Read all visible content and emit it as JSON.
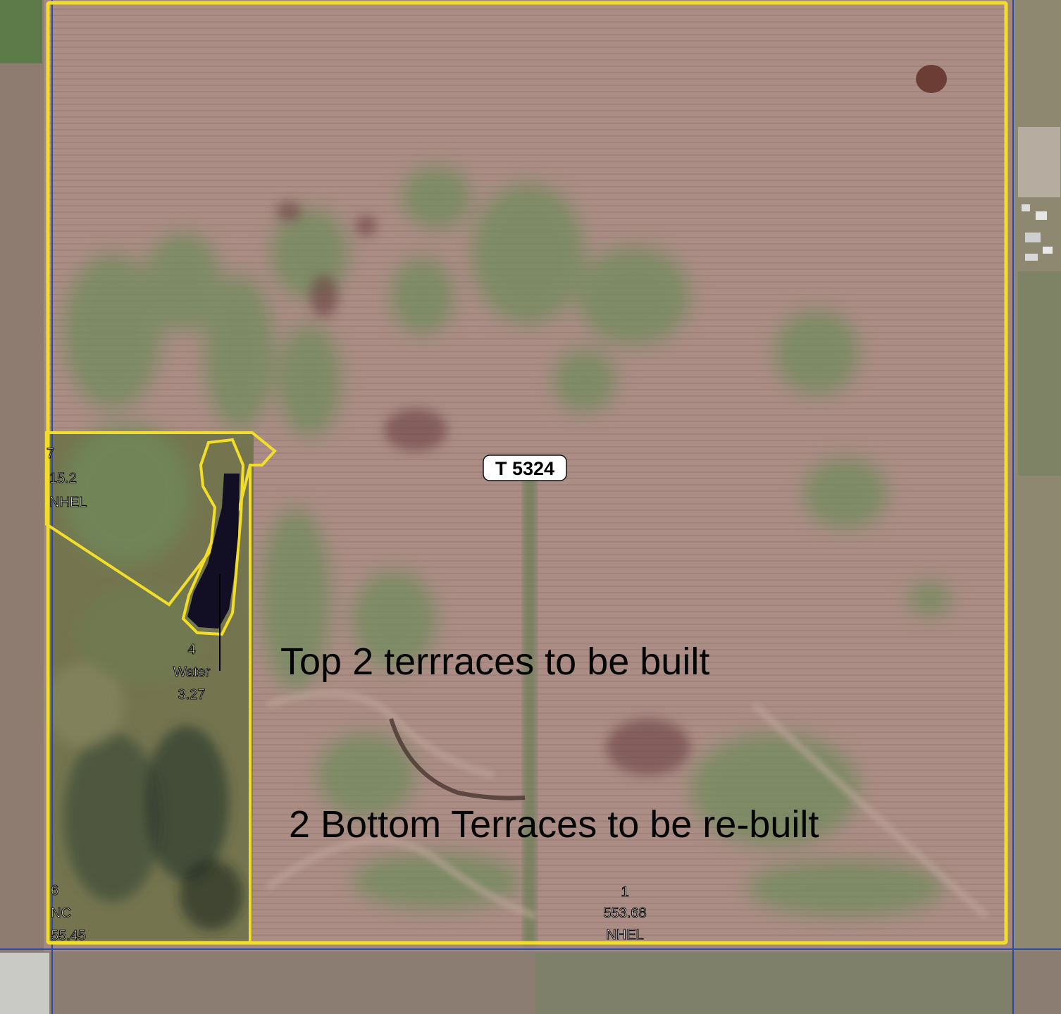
{
  "map": {
    "tract_label": "T 5324",
    "fields": [
      {
        "id": "field-7",
        "lines": [
          "7",
          "15.2",
          "NHEL"
        ]
      },
      {
        "id": "field-4",
        "lines": [
          "4",
          "Water",
          "3.27"
        ]
      },
      {
        "id": "field-6",
        "lines": [
          "6",
          "NC",
          "55.45"
        ]
      },
      {
        "id": "field-1",
        "lines": [
          "1",
          "553.68",
          "NHEL"
        ]
      }
    ],
    "annotations": {
      "top_note": "Top 2 terrraces to be built",
      "bottom_note": "2 Bottom Terraces to be re-built"
    },
    "colors": {
      "field_boundary": "#f2de2a",
      "section_line": "#2a4aa8",
      "water_body": "#120f24",
      "crop_field": "#a8857c",
      "vegetation": "#6f8a5c"
    }
  }
}
